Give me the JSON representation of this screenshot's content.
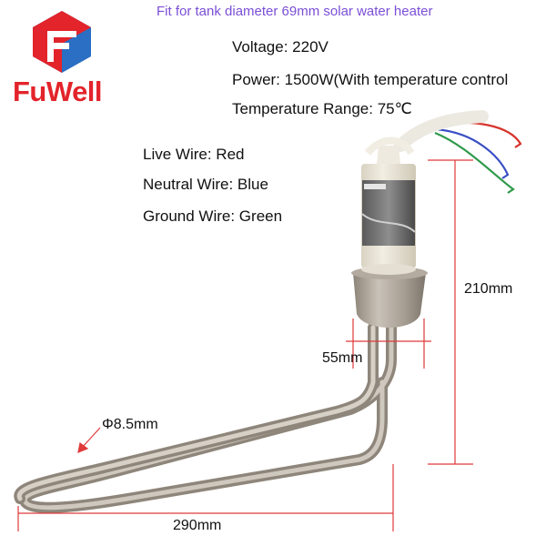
{
  "brand": {
    "name": "FuWell"
  },
  "headline": "Fit for tank diameter 69mm solar water heater",
  "specs": {
    "voltage": "Voltage: 220V",
    "power": "Power: 1500W(With temperature control",
    "temperature": "Temperature Range: 75℃"
  },
  "wires": {
    "live": "Live Wire: Red",
    "neutral": "Neutral Wire: Blue",
    "ground": "Ground Wire: Green"
  },
  "dimensions": {
    "diameter": "55mm",
    "height": "210mm",
    "width": "290mm",
    "tube": "Φ8.5mm"
  },
  "colors": {
    "brand_red": "#e3242b",
    "brand_blue": "#2b6fc4",
    "headline": "#7b4fd6",
    "wire_red": "#d8342c",
    "wire_blue": "#3a4fc4",
    "wire_green": "#2f9a4a",
    "dimension_line": "#e03a3a"
  }
}
